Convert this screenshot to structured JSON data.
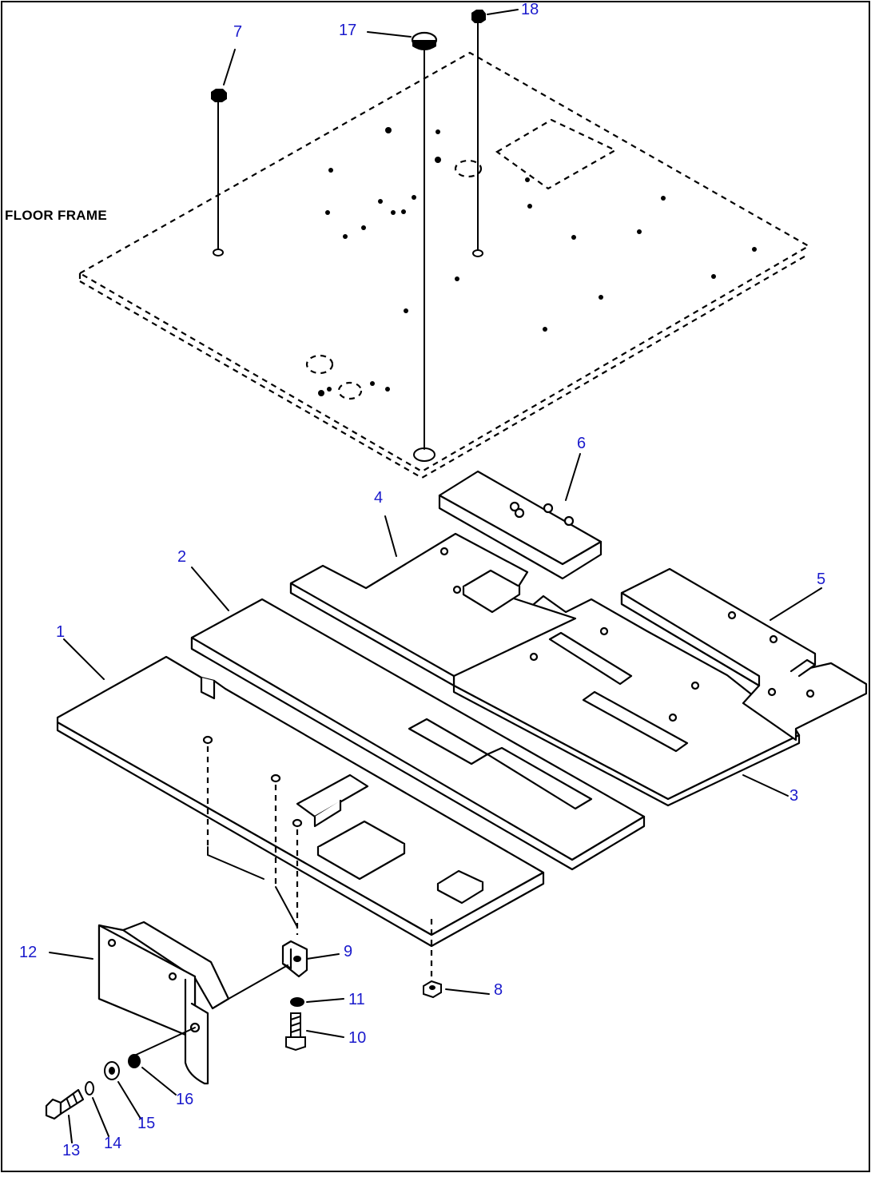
{
  "diagram": {
    "frame_label": "FLOOR FRAME",
    "callouts": [
      "1",
      "2",
      "3",
      "4",
      "5",
      "6",
      "7",
      "8",
      "9",
      "10",
      "11",
      "12",
      "13",
      "14",
      "15",
      "16",
      "17",
      "18"
    ],
    "label_color": "#1a1acc",
    "line_color": "#000000"
  }
}
